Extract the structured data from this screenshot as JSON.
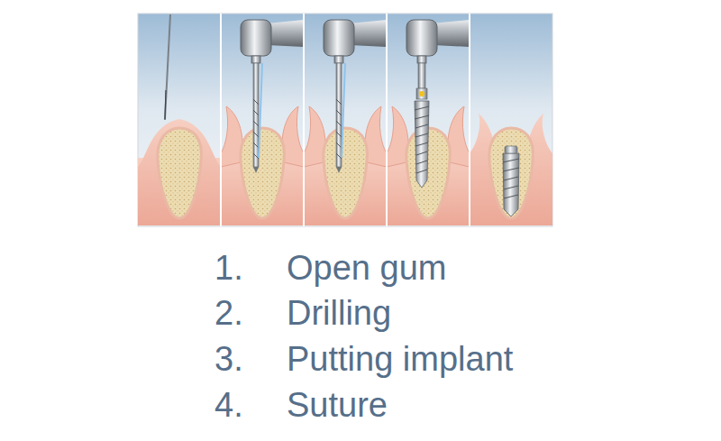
{
  "diagram": {
    "labels": [
      "1.",
      "Open gum",
      "2.",
      "Drilling",
      "3.",
      "Putting implant",
      "4.",
      "Suture"
    ]
  }
}
